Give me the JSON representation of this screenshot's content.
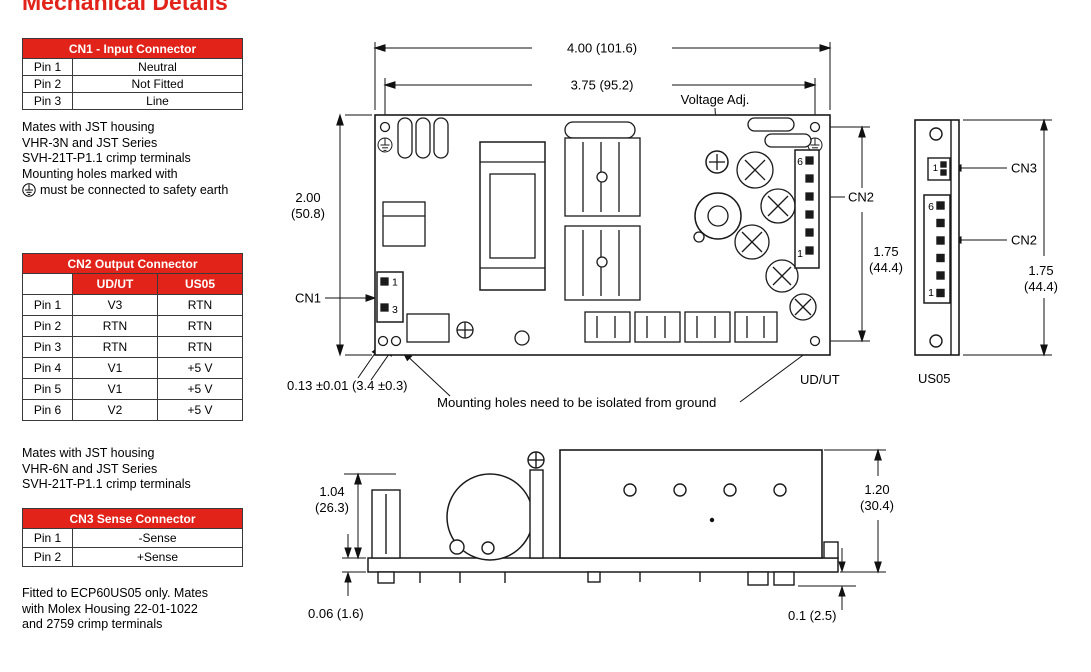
{
  "page": {
    "title": "Mechanical Details"
  },
  "colors": {
    "accent_red": "#E2231A",
    "line_black": "#111111"
  },
  "tables": {
    "cn1": {
      "header": "CN1 - Input Connector",
      "rows": [
        {
          "pin": "Pin 1",
          "value": "Neutral"
        },
        {
          "pin": "Pin 2",
          "value": "Not Fitted"
        },
        {
          "pin": "Pin 3",
          "value": "Line"
        }
      ]
    },
    "cn2": {
      "header": "CN2 Output Connector",
      "col_udut": "UD/UT",
      "col_us05": "US05",
      "rows": [
        {
          "pin": "Pin 1",
          "udut": "V3",
          "us05": "RTN"
        },
        {
          "pin": "Pin 2",
          "udut": "RTN",
          "us05": "RTN"
        },
        {
          "pin": "Pin 3",
          "udut": "RTN",
          "us05": "RTN"
        },
        {
          "pin": "Pin 4",
          "udut": "V1",
          "us05": "+5 V"
        },
        {
          "pin": "Pin 5",
          "udut": "V1",
          "us05": "+5 V"
        },
        {
          "pin": "Pin 6",
          "udut": "V2",
          "us05": "+5 V"
        }
      ]
    },
    "cn3": {
      "header": "CN3 Sense Connector",
      "rows": [
        {
          "pin": "Pin 1",
          "value": "-Sense"
        },
        {
          "pin": "Pin 2",
          "value": "+Sense"
        }
      ]
    }
  },
  "notes": {
    "cn1_mating": "Mates with JST housing\nVHR-3N and JST Series\nSVH-21T-P1.1 crimp terminals",
    "earth_line1": "Mounting holes marked with",
    "earth_line2": "must be connected to safety earth",
    "cn2_mating": "Mates with JST housing\nVHR-6N and JST Series\nSVH-21T-P1.1 crimp terminals",
    "cn3_fitting": "Fitted to ECP60US05 only. Mates\nwith Molex Housing 22-01-1022\nand 2759 crimp terminals"
  },
  "top_view": {
    "dim_overall_width": "4.00 (101.6)",
    "dim_hole_span": "3.75 (95.2)",
    "dim_overall_height_l1": "2.00",
    "dim_overall_height_l2": "(50.8)",
    "dim_hole_height_l1": "1.75",
    "dim_hole_height_l2": "(44.4)",
    "voltage_adj_label": "Voltage Adj.",
    "cn2_label": "CN2",
    "cn1_label": "CN1",
    "cn2_pin_top": "6",
    "cn2_pin_bottom": "1",
    "cn1_pin_top": "1",
    "cn1_pin_bottom": "3",
    "dim_hole_dia": "0.13 ±0.01 (3.4 ±0.3)",
    "isolation_note": "Mounting holes need to be isolated from ground",
    "variant_label": "UD/UT"
  },
  "end_view": {
    "cn3_label": "CN3",
    "cn2_label": "CN2",
    "cn3_pin": "1",
    "cn2_pin_top": "6",
    "cn2_pin_bottom": "1",
    "dim_height_l1": "1.75",
    "dim_height_l2": "(44.4)",
    "variant_label": "US05"
  },
  "side_view": {
    "dim_comp_height_l1": "1.04",
    "dim_comp_height_l2": "(26.3)",
    "dim_overall_height_l1": "1.20",
    "dim_overall_height_l2": "(30.4)",
    "dim_pcb_thickness": "0.06 (1.6)",
    "dim_pin_protrusion": "0.1 (2.5)"
  }
}
